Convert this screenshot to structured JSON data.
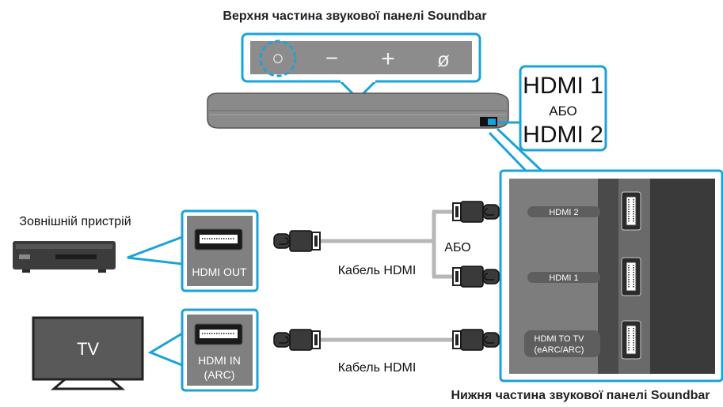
{
  "labels": {
    "top_title": "Верхня частина звукової панелі Soundbar",
    "bottom_title": "Нижня частина звукової панелі Soundbar",
    "external_device": "Зовнішній пристрій",
    "tv": "TV",
    "cable_top": "Кабель HDMI",
    "cable_bottom": "Кабель HDMI",
    "or_middle": "АБО"
  },
  "callout": {
    "hdmi1": "HDMI 1",
    "or": "АБО",
    "hdmi2": "HDMI 2"
  },
  "device_ports": {
    "hdmi_out": "HDMI OUT",
    "hdmi_in_line1": "HDMI IN",
    "hdmi_in_line2": "(ARC)"
  },
  "soundbar_ports": {
    "port_hdmi2": "HDMI 2",
    "port_hdmi1": "HDMI 1",
    "port_tv_line1": "HDMI TO TV",
    "port_tv_line2": "(eARC/ARC)"
  },
  "top_buttons": [
    {
      "name": "power-button",
      "glyph": "○"
    },
    {
      "name": "volume-down-button",
      "glyph": "−"
    },
    {
      "name": "volume-up-button",
      "glyph": "+"
    },
    {
      "name": "source-button",
      "glyph": "ø"
    }
  ],
  "colors": {
    "accent": "#1aa3d8",
    "port_panel": "#7d7d7d",
    "port_panel_dark": "#4a4a4a",
    "cable": "#b7b7b7"
  }
}
